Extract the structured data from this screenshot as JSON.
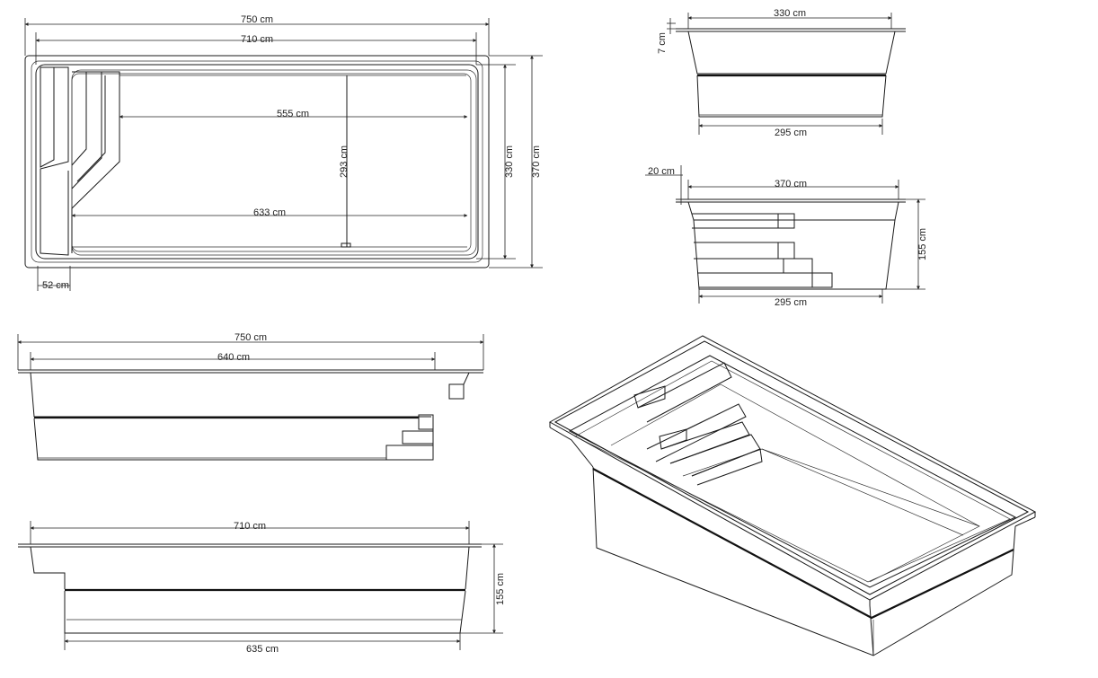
{
  "colors": {
    "line": "#1a1a1a",
    "background": "#ffffff"
  },
  "views": {
    "top_plan": {
      "outer_length": "750 cm",
      "inner_length": "710 cm",
      "floor_length": "555 cm",
      "floor_width": "293 cm",
      "base_length": "633 cm",
      "inner_width": "330 cm",
      "outer_width": "370 cm",
      "step_width": "52 cm"
    },
    "end_section_narrow": {
      "rim_height": "7 cm",
      "top_width": "330 cm",
      "bottom_width": "295 cm"
    },
    "end_section_steps": {
      "rim_height": "20 cm",
      "top_width": "370 cm",
      "depth": "155 cm",
      "bottom_width": "295 cm"
    },
    "side_section_upper": {
      "outer_length": "750 cm",
      "inner_length": "640 cm"
    },
    "side_section_lower": {
      "top_length": "710 cm",
      "depth": "155 cm",
      "bottom_length": "635 cm"
    }
  }
}
